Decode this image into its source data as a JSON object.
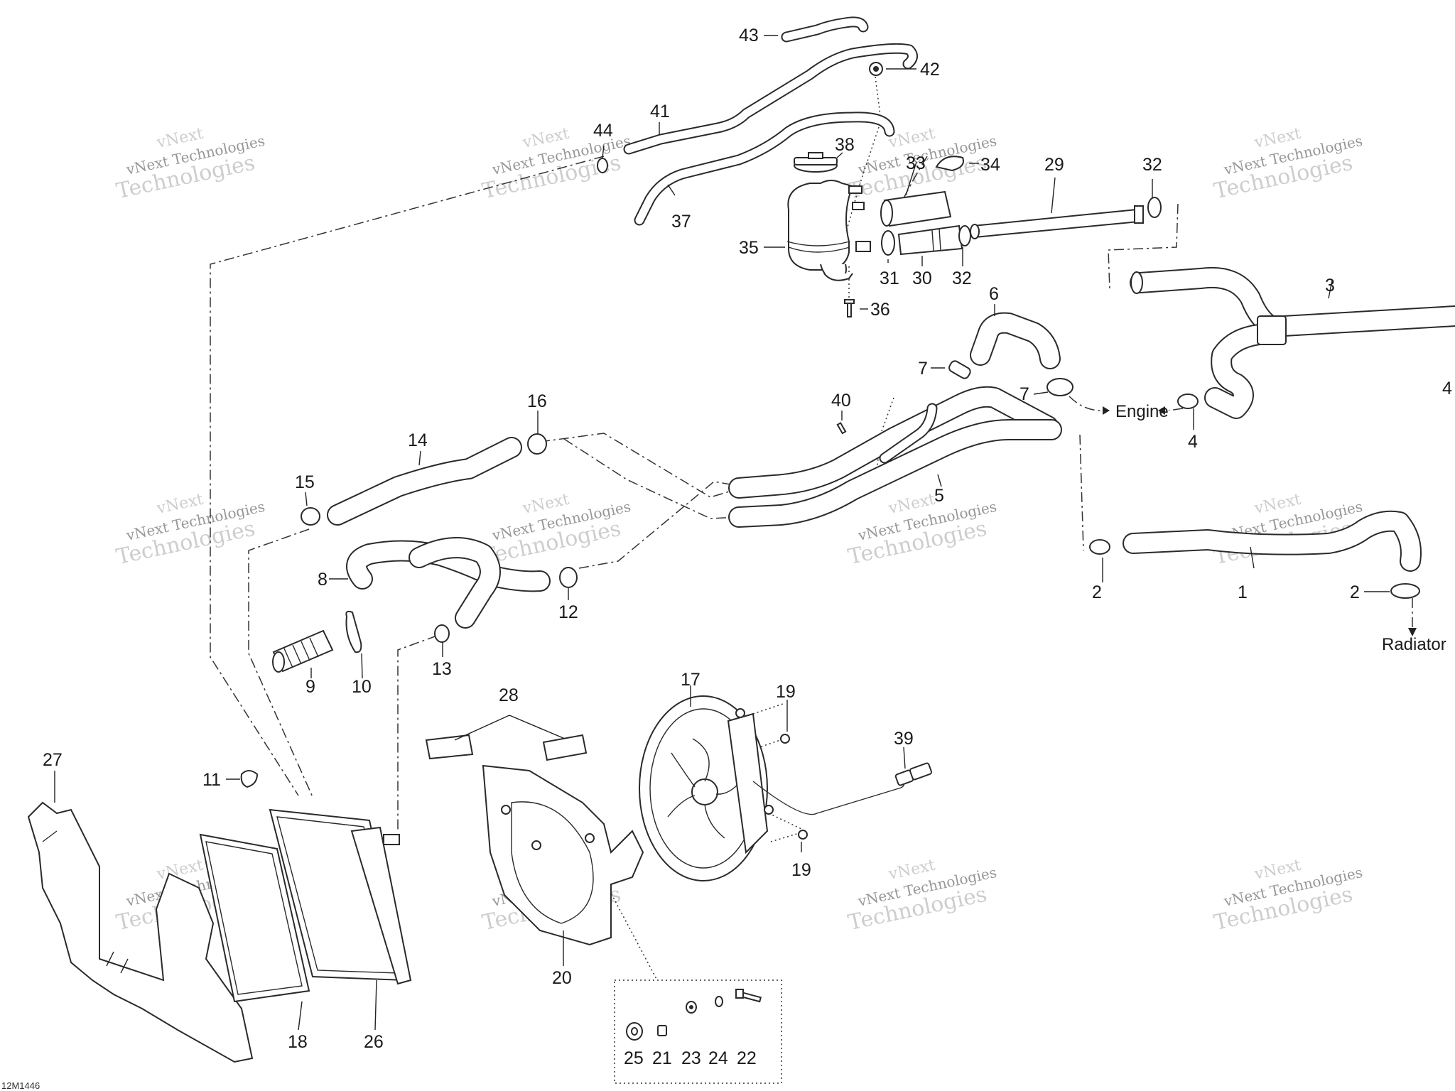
{
  "diagram": {
    "callouts": {
      "c1": "1",
      "c2a": "2",
      "c2b": "2",
      "c3": "3",
      "c4a": "4",
      "c4b": "4",
      "c5": "5",
      "c6": "6",
      "c7a": "7",
      "c7b": "7",
      "c8": "8",
      "c9": "9",
      "c10": "10",
      "c11": "11",
      "c12": "12",
      "c13": "13",
      "c14": "14",
      "c15": "15",
      "c16": "16",
      "c17": "17",
      "c18": "18",
      "c19a": "19",
      "c19b": "19",
      "c20": "20",
      "c21": "21",
      "c22": "22",
      "c23": "23",
      "c24": "24",
      "c25": "25",
      "c26": "26",
      "c27": "27",
      "c28": "28",
      "c29": "29",
      "c30": "30",
      "c31": "31",
      "c32a": "32",
      "c32b": "32",
      "c33": "33",
      "c34": "34",
      "c35": "35",
      "c36": "36",
      "c37": "37",
      "c38": "38",
      "c39": "39",
      "c40": "40",
      "c41": "41",
      "c42": "42",
      "c43": "43",
      "c44": "44"
    },
    "destinations": {
      "engine": "Engine",
      "radiator": "Radiator"
    },
    "watermark": {
      "line1": "vNext Technologies",
      "line2": "vNext",
      "line3": "Technologies"
    },
    "drawing_code": "12M1446"
  }
}
